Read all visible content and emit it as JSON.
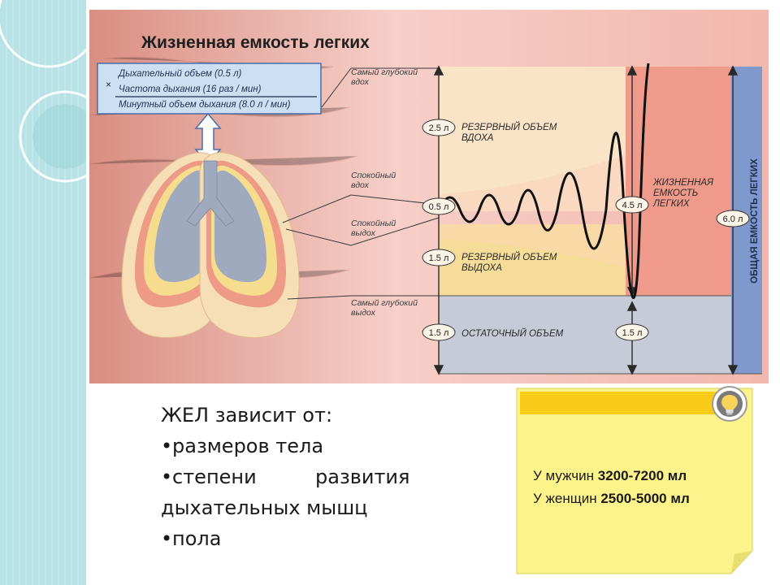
{
  "slide": {
    "figure_title": "Жизненная емкость легких",
    "formula": {
      "line1": "Дыхательный объем (0.5 л)",
      "operator": "×",
      "line2": "Частота дыхания (16 раз / мин)",
      "line3": "Минутный объем дыхания (8.0 л / мин)"
    },
    "side_labels": {
      "deepest_inhale": [
        "Самый глубокий",
        "вдох"
      ],
      "calm_inhale": [
        "Спокойный",
        "вдох"
      ],
      "calm_exhale": [
        "Спокойный",
        "выдох"
      ],
      "deepest_exhale": [
        "Самый глубокий",
        "выдох"
      ]
    },
    "zones": {
      "inspiratory_reserve": [
        "РЕЗЕРВНЫЙ ОБЪЕМ",
        "ВДОХА"
      ],
      "expiratory_reserve": [
        "РЕЗЕРВНЫЙ ОБЪЕМ",
        "ВЫДОХА"
      ],
      "residual": "ОСТАТОЧНЫЙ ОБЪЕМ",
      "vital_capacity": [
        "ЖИЗНЕННАЯ",
        "ЕМКОСТЬ",
        "ЛЕГКИХ"
      ],
      "total_capacity": "ОБЩАЯ ЕМКОСТЬ ЛЕГКИХ"
    },
    "volumes": {
      "inspiratory_reserve": "2.5 л",
      "tidal": "0.5 л",
      "expiratory_reserve": "1.5 л",
      "residual_left": "1.5 л",
      "residual_right": "1.5 л",
      "vital_capacity": "4.5 л",
      "total_capacity": "6.0 л"
    },
    "notes": {
      "heading": "ЖЕЛ зависит от:",
      "bullet": "•",
      "item1": "размеров тела",
      "item2_word1": "степени",
      "item2_word2": "развития",
      "item2_cont": "дыхательных мышц",
      "item3": "пола"
    },
    "sticky": {
      "men_label": "У мужчин ",
      "men_value": "3200-7200 мл",
      "women_label": "У женщин ",
      "women_value": "2500-5000 мл",
      "icon": "lightbulb-icon"
    },
    "colors": {
      "accent_teal": "#b7e3e6",
      "figure_background": "#f6c9c3",
      "inspiratory_zone": "#fae4c8",
      "expiratory_zone": "#f6dc99",
      "residual_zone": "#c7cbd8",
      "vital_band": "#ef9a8b",
      "total_band": "#7f99cc",
      "sticky_note": "#fcf38a",
      "sticky_header": "#f8cc18"
    }
  }
}
